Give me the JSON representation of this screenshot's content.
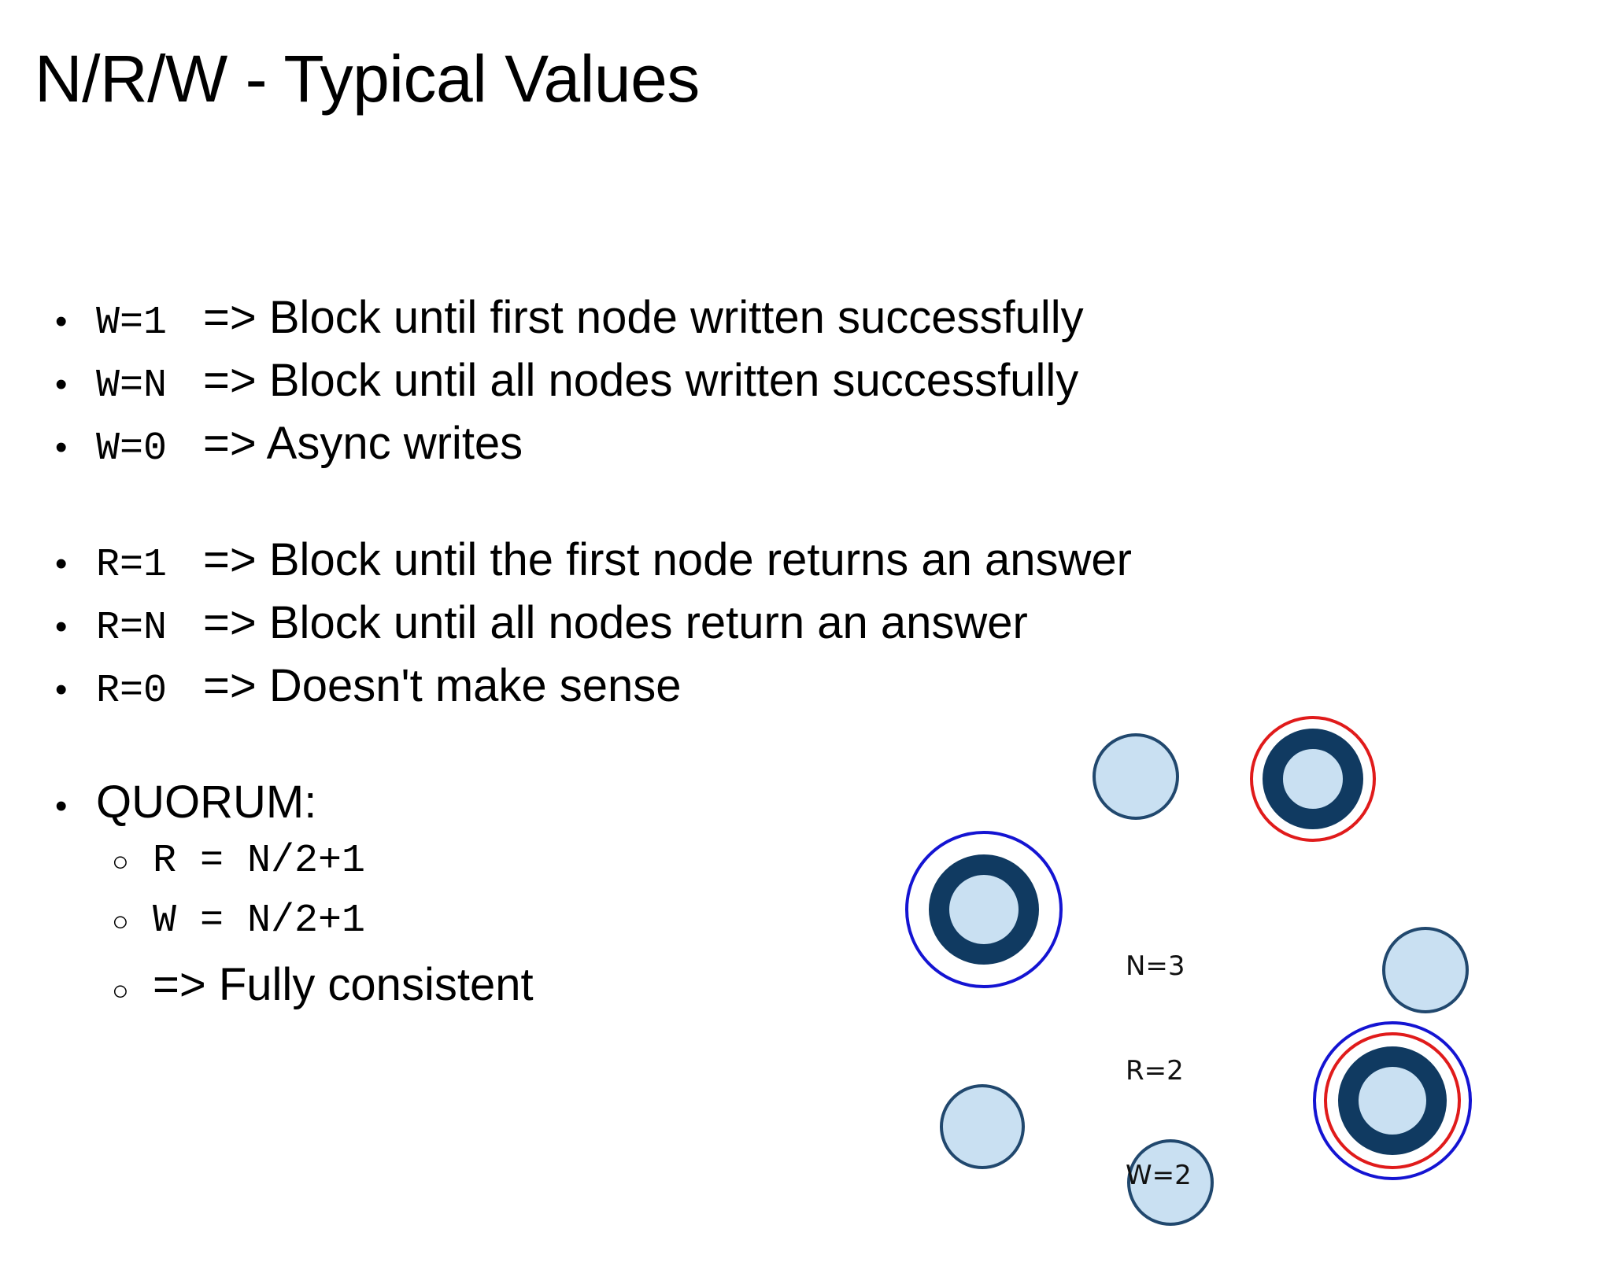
{
  "slide": {
    "title": "N/R/W - Typical Values"
  },
  "bullets": {
    "write_group": [
      {
        "marker": "•",
        "code": "W=1",
        "text": "=> Block until first node written successfully"
      },
      {
        "marker": "•",
        "code": "W=N",
        "text": "=> Block until all nodes written successfully"
      },
      {
        "marker": "•",
        "code": "W=0",
        "text": "=> Async writes"
      }
    ],
    "read_group": [
      {
        "marker": "•",
        "code": "R=1",
        "text": "=> Block until the first node returns an answer"
      },
      {
        "marker": "•",
        "code": "R=N",
        "text": "=> Block until all nodes return an answer"
      },
      {
        "marker": "•",
        "code": "R=0",
        "text": "=> Doesn't make sense"
      }
    ],
    "quorum": {
      "marker": "•",
      "heading": "QUORUM:",
      "items": [
        {
          "marker": "○",
          "code": "R = N/2+1",
          "text": ""
        },
        {
          "marker": "○",
          "code": "W = N/2+1",
          "text": ""
        },
        {
          "marker": "○",
          "code": "",
          "text": "=> Fully consistent"
        }
      ]
    }
  },
  "diagram": {
    "label": {
      "n": "N=3",
      "r": "R=2",
      "w": "W=2"
    },
    "colors": {
      "node_fill": "#c9e0f2",
      "node_border": "#21486e",
      "ring_core": "#103a61",
      "ring_blue": "#1414d2",
      "ring_red": "#e01b1b",
      "background": "#ffffff"
    },
    "nodes": [
      {
        "id": "node-top-center",
        "type": "plain",
        "rings": []
      },
      {
        "id": "node-top-right",
        "type": "thick-ring",
        "rings": [
          "red"
        ]
      },
      {
        "id": "node-left",
        "type": "thick-ring",
        "rings": [
          "blue"
        ]
      },
      {
        "id": "node-right",
        "type": "plain",
        "rings": []
      },
      {
        "id": "node-bottom-left",
        "type": "plain",
        "rings": []
      },
      {
        "id": "node-bottom-center",
        "type": "plain",
        "rings": []
      },
      {
        "id": "node-bottom-right",
        "type": "thick-ring",
        "rings": [
          "red",
          "blue"
        ]
      }
    ]
  }
}
